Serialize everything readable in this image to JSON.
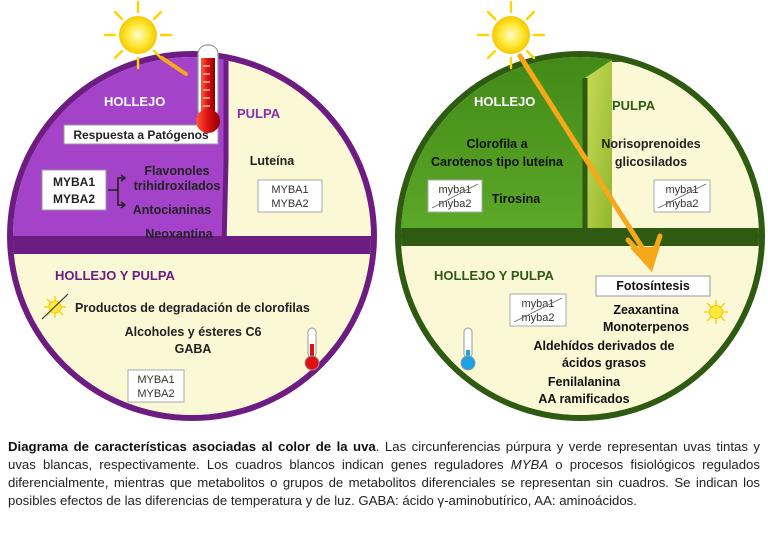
{
  "colors": {
    "purple_ring": "#6d1d82",
    "purple_region": "#a443c9",
    "cream": "#fbf8d6",
    "green_ring": "#2e5a12",
    "green_region": "#4e9a1a",
    "light_green": "#a6c83a",
    "orange_arrow": "#f6a818",
    "sun": "#ffe21a"
  },
  "icons": {
    "sun": "sun-icon",
    "thermometer": "thermometer-icon",
    "arrow": "light-ray-arrow-icon"
  },
  "red_grape": {
    "hollejo_label": "HOLLEJO",
    "pulpa_label": "PULPA",
    "patogenos": "Respuesta a Patógenos",
    "myba1": "MYBA1",
    "myba2": "MYBA2",
    "flavonoles_1": "Flavonoles",
    "flavonoles_2": "trihidroxilados",
    "antocianinas": "Antocianinas",
    "neoxantina": "Neoxantina",
    "luteina": "Luteína",
    "pulpa_myba1": "MYBA1",
    "pulpa_myba2": "MYBA2",
    "hp_label": "HOLLEJO Y PULPA",
    "productos": "Productos de degradación de clorofilas",
    "alcoholes": "Alcoholes y ésteres C6",
    "gaba": "GABA",
    "hp_myba1": "MYBA1",
    "hp_myba2": "MYBA2"
  },
  "white_grape": {
    "hollejo_label": "HOLLEJO",
    "pulpa_label": "PULPA",
    "clorofila": "Clorofila a",
    "carotenos": "Carotenos tipo luteína",
    "myba1": "myba1",
    "myba2": "myba2",
    "tirosina": "Tirosina",
    "norisoprenoides": "Norisoprenoides",
    "glicosilados": "glicosilados",
    "pulpa_myba1": "myba1",
    "pulpa_myba2": "myba2",
    "hp_label": "HOLLEJO Y PULPA",
    "fotosintesis": "Fotosíntesis",
    "hp_myba1": "myba1",
    "hp_myba2": "myba2",
    "zeaxantina": "Zeaxantina",
    "monoterpenos": "Monoterpenos",
    "aldehidos_1": "Aldehídos derivados de",
    "aldehidos_2": "ácidos grasos",
    "fenilalanina": "Fenilalanina",
    "aa_ramificados": "AA ramificados"
  },
  "caption": {
    "bold": "Diagrama de características asociadas al color de la uva",
    "part1": ". Las circunferencias púrpura y verde representan uvas tintas y uvas blancas, respectivamente. Los cuadros blancos indican genes reguladores ",
    "italic": "MYBA",
    "part2": " o procesos fisiológicos regulados diferencialmente, mientras que metabolitos o grupos de metabolitos diferenciales se representan sin cuadros. Se indican los posibles efectos de las diferencias de temperatura y de luz. GABA: ácido γ-aminobutírico, AA: aminoácidos."
  }
}
